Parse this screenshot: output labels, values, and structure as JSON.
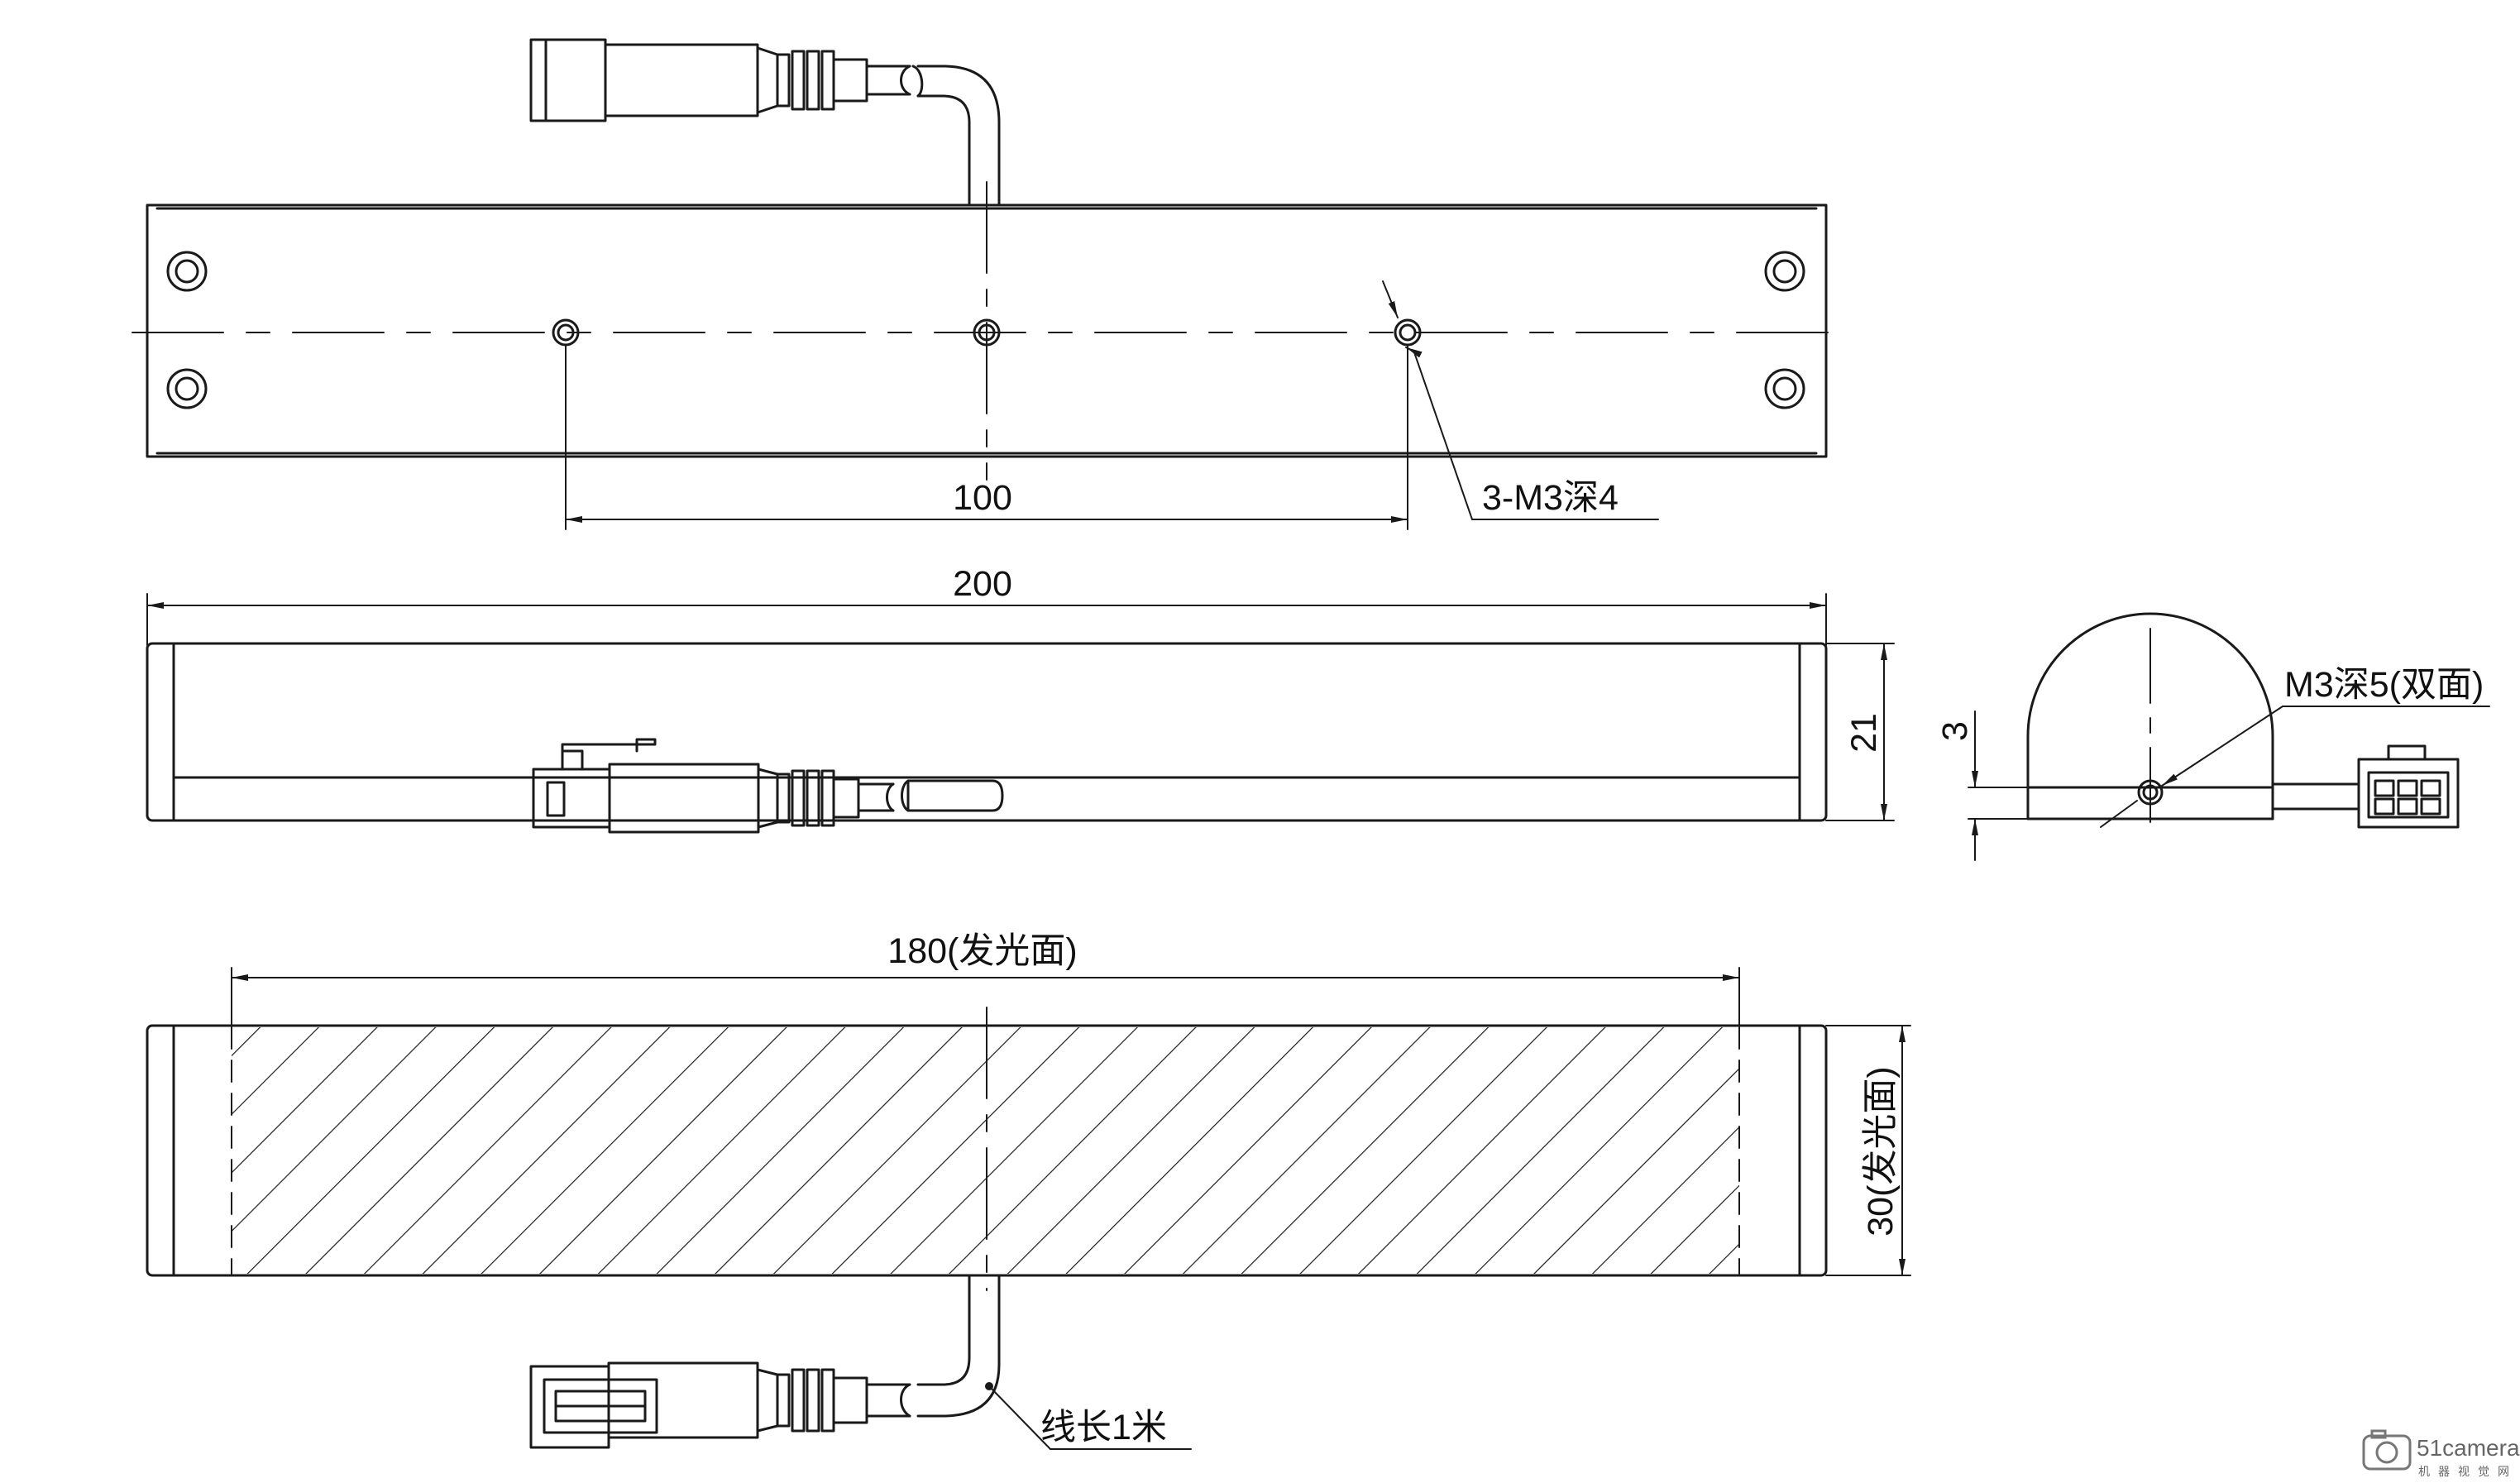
{
  "dimensions": {
    "hole_spacing": "100",
    "hole_callout": "3-M3深4",
    "overall_length": "200",
    "height": "21",
    "emitting_length": "180(发光面)",
    "emitting_width": "30(发光面)",
    "end_hole_callout": "M3深5(双面)",
    "end_offset": "3",
    "cable_length": "线长1米"
  },
  "watermark": {
    "brand": "51camera",
    "tagline": "机器视觉网"
  },
  "colors": {
    "line": "#1a1a1a",
    "background": "#ffffff"
  }
}
